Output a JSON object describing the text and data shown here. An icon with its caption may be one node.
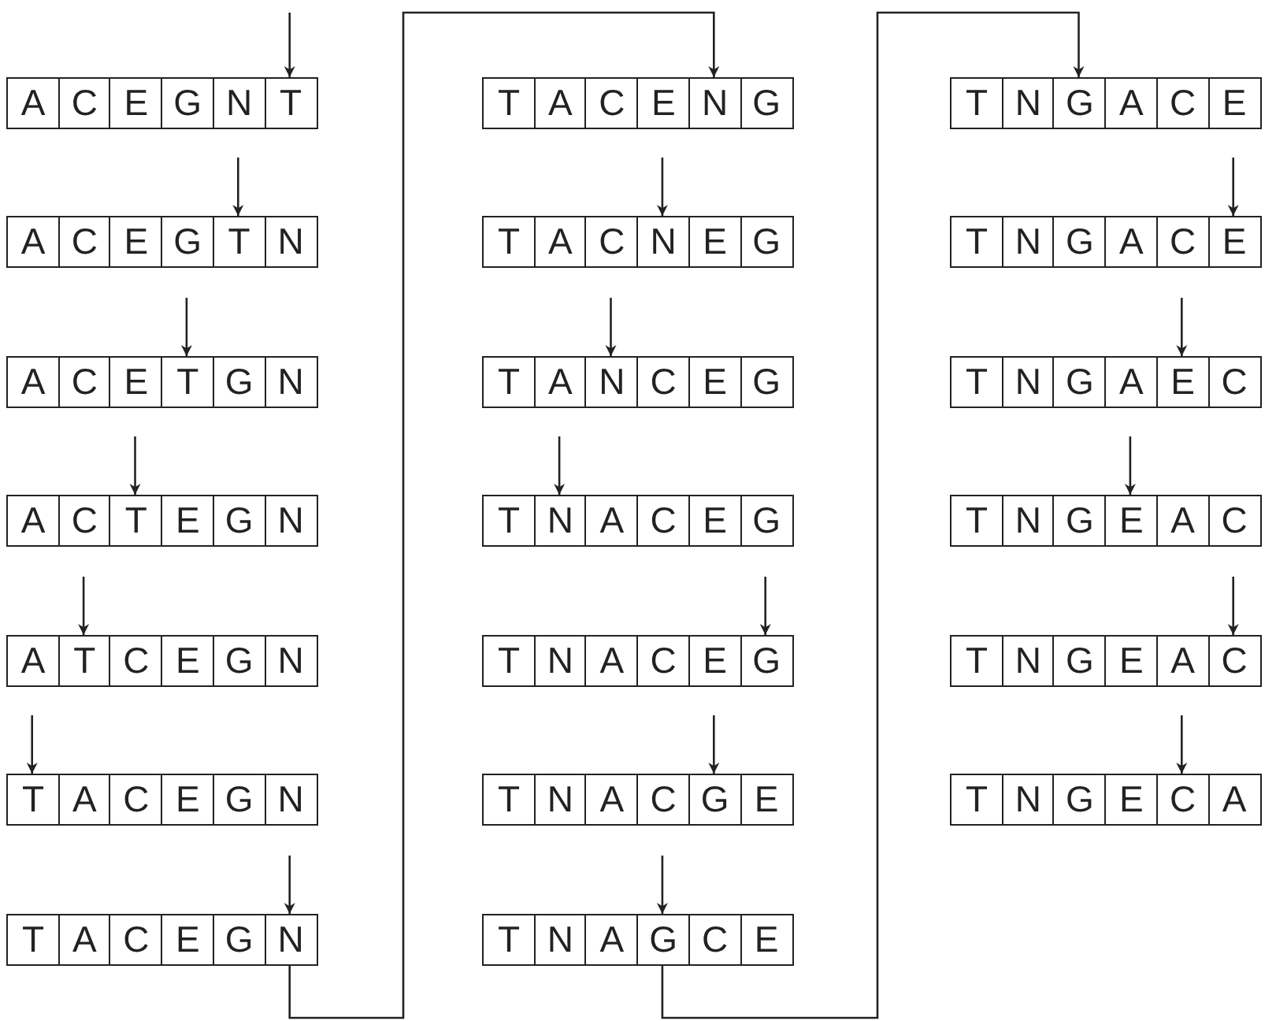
{
  "diagram": {
    "nodes": [
      {
        "text": [
          "A",
          "C",
          "E",
          "G",
          "N",
          "T"
        ]
      },
      {
        "text": [
          "A",
          "C",
          "E",
          "G",
          "T",
          "N"
        ]
      },
      {
        "text": [
          "A",
          "C",
          "E",
          "T",
          "G",
          "N"
        ]
      },
      {
        "text": [
          "A",
          "C",
          "T",
          "E",
          "G",
          "N"
        ]
      },
      {
        "text": [
          "A",
          "T",
          "C",
          "E",
          "G",
          "N"
        ]
      },
      {
        "text": [
          "T",
          "A",
          "C",
          "E",
          "G",
          "N"
        ]
      },
      {
        "text": [
          "T",
          "A",
          "C",
          "E",
          "G",
          "N"
        ]
      },
      {
        "text": [
          "T",
          "A",
          "C",
          "E",
          "N",
          "G"
        ]
      },
      {
        "text": [
          "T",
          "A",
          "C",
          "N",
          "E",
          "G"
        ]
      },
      {
        "text": [
          "T",
          "A",
          "N",
          "C",
          "E",
          "G"
        ]
      },
      {
        "text": [
          "T",
          "N",
          "A",
          "C",
          "E",
          "G"
        ]
      },
      {
        "text": [
          "T",
          "N",
          "A",
          "C",
          "E",
          "G"
        ]
      },
      {
        "text": [
          "T",
          "N",
          "A",
          "C",
          "G",
          "E"
        ]
      },
      {
        "text": [
          "T",
          "N",
          "A",
          "G",
          "C",
          "E"
        ]
      },
      {
        "text": [
          "T",
          "N",
          "G",
          "A",
          "C",
          "E"
        ]
      },
      {
        "text": [
          "T",
          "N",
          "G",
          "A",
          "C",
          "E"
        ]
      },
      {
        "text": [
          "T",
          "N",
          "G",
          "A",
          "E",
          "C"
        ]
      },
      {
        "text": [
          "T",
          "N",
          "G",
          "E",
          "A",
          "C"
        ]
      },
      {
        "text": [
          "T",
          "N",
          "G",
          "E",
          "A",
          "C"
        ]
      },
      {
        "text": [
          "T",
          "N",
          "G",
          "E",
          "C",
          "A"
        ]
      }
    ],
    "edges": [
      {
        "from": null,
        "to": 0,
        "arrow": "to"
      },
      {
        "from": null,
        "to": 1,
        "arrow": "to"
      },
      {
        "from": null,
        "to": 2,
        "arrow": "to"
      },
      {
        "from": null,
        "to": 3,
        "arrow": "to"
      },
      {
        "from": null,
        "to": 4,
        "arrow": "to"
      },
      {
        "from": null,
        "to": 5,
        "arrow": "to"
      },
      {
        "from": null,
        "to": 6,
        "arrow": "to"
      },
      {
        "from": 6,
        "to": 7,
        "arrow": "to"
      },
      {
        "from": null,
        "to": 8,
        "arrow": "to"
      },
      {
        "from": null,
        "to": 9,
        "arrow": "to"
      },
      {
        "from": null,
        "to": 10,
        "arrow": "to"
      },
      {
        "from": null,
        "to": 11,
        "arrow": "to"
      },
      {
        "from": null,
        "to": 12,
        "arrow": "to"
      },
      {
        "from": null,
        "to": 13,
        "arrow": "to"
      },
      {
        "from": 13,
        "to": 14,
        "arrow": "to"
      },
      {
        "from": null,
        "to": 15,
        "arrow": "to"
      },
      {
        "from": null,
        "to": 16,
        "arrow": "to"
      },
      {
        "from": null,
        "to": 17,
        "arrow": "to"
      },
      {
        "from": null,
        "to": 18,
        "arrow": "to"
      },
      {
        "from": null,
        "to": 19,
        "arrow": "to"
      }
    ]
  }
}
